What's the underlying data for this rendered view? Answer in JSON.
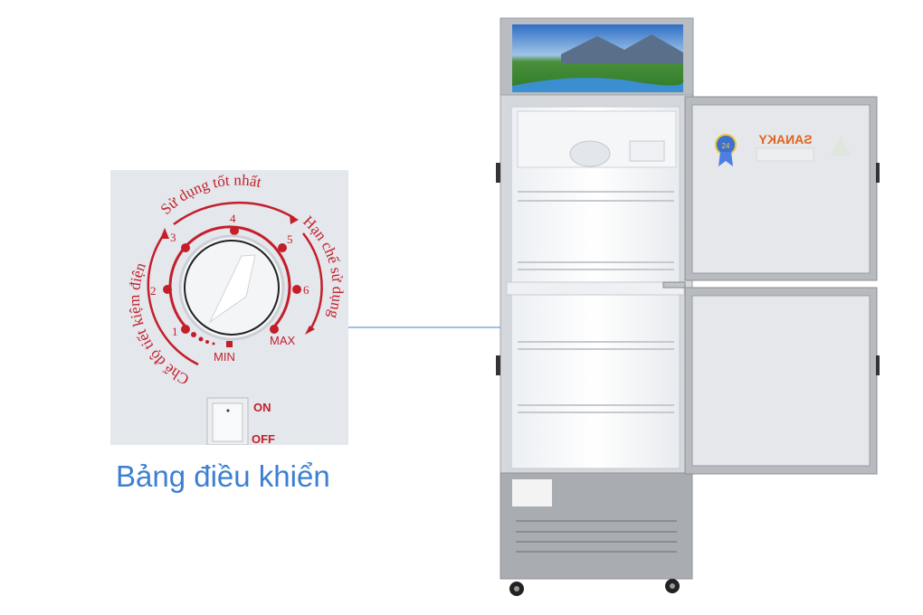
{
  "caption": "Bảng điều khiển",
  "control_panel": {
    "arc_left": "Chế độ tiết kiệm điện",
    "arc_top": "Sử dụng tốt nhất",
    "arc_right": "Hạn chế sử dụng",
    "dial_numbers": [
      "1",
      "2",
      "3",
      "4",
      "5",
      "6"
    ],
    "min_label": "MIN",
    "max_label": "MAX",
    "switch_on": "ON",
    "switch_off": "OFF"
  },
  "fridge": {
    "brand_logo": "SANAKY",
    "badge": "24"
  },
  "colors": {
    "accent_red": "#c41e2a",
    "caption_blue": "#3d7fd3",
    "callout_line": "#3d7fd3",
    "body_grey": "#a9acb1"
  }
}
